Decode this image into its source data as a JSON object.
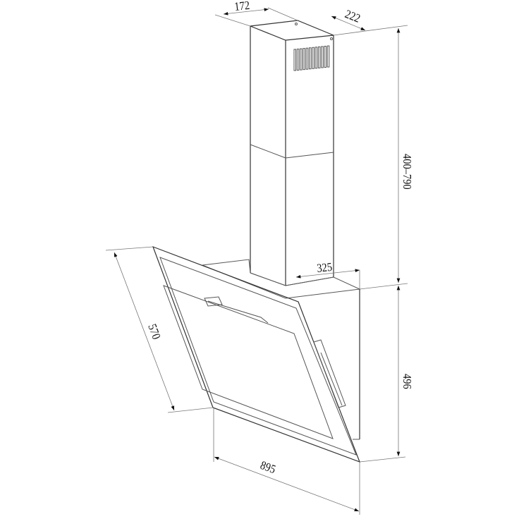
{
  "dimensions": {
    "chimney_width": "172",
    "chimney_depth": "222",
    "chimney_height": "400–790",
    "body_depth": "325",
    "hood_height": "496",
    "glass_height": "570",
    "hood_width": "895"
  },
  "colors": {
    "line": "#555555",
    "text": "#111111",
    "background": "#ffffff"
  }
}
